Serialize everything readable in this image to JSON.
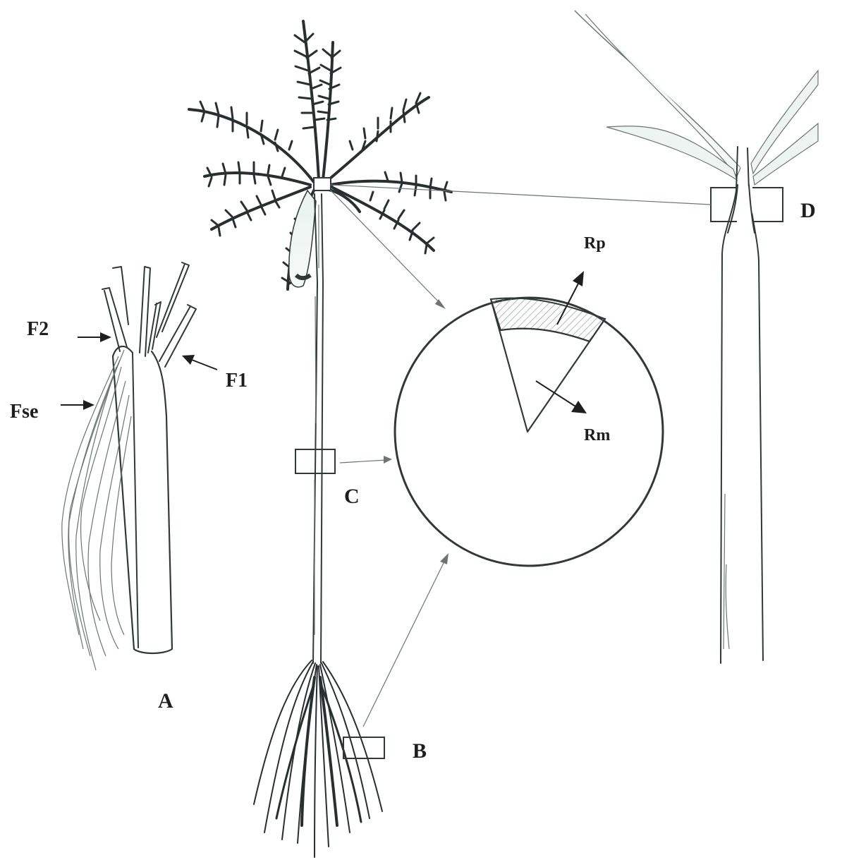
{
  "labels": {
    "panel_a": "A",
    "panel_b": "B",
    "panel_c": "C",
    "panel_d": "D",
    "f1": "F1",
    "f2": "F2",
    "fse": "Fse",
    "rp": "Rp",
    "rm": "Rm"
  },
  "colors": {
    "ink": "#2f3a38",
    "hatch": "#8c9492",
    "label": "#1e1e1e",
    "background": "#ffffff"
  }
}
